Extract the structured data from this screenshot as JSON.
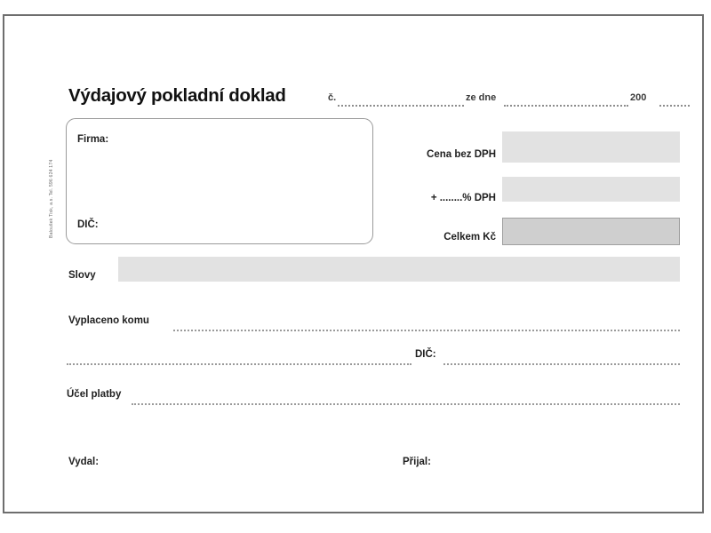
{
  "document": {
    "title": "Výdajový pokladní doklad",
    "header": {
      "number_label": "č.",
      "date_label": "ze dne",
      "year_label": "200"
    },
    "company_box": {
      "firma_label": "Firma:",
      "dic_label": "DIČ:"
    },
    "amounts": {
      "price_without_vat_label": "Cena bez DPH",
      "vat_label": "+ ........% DPH",
      "total_label": "Celkem Kč",
      "price_value": "",
      "vat_value": "",
      "total_value": ""
    },
    "words_row": {
      "label": "Slovy",
      "value": ""
    },
    "lines": {
      "paid_to_label": "Vyplaceno komu",
      "paid_to_value": "",
      "dic_label": "DIČ:",
      "dic_value": "",
      "purpose_label": "Účel platby",
      "purpose_value": ""
    },
    "signatures": {
      "issued_by_label": "Vydal:",
      "received_by_label": "Přijal:"
    },
    "side_imprint": "Baloušek Tisk, a.s. Tel. 596 624 174",
    "colors": {
      "frame": "#6e6e6e",
      "field_light": "#e2e2e2",
      "field_dark": "#cfcfcf",
      "rule": "#9a9a9a",
      "text": "#1f1f1f"
    }
  }
}
